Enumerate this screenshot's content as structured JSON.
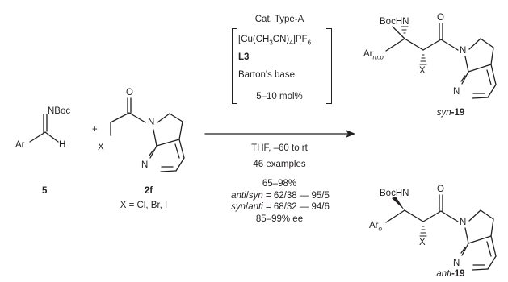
{
  "imine": {
    "protect": "NBoc",
    "aryl": "Ar",
    "hydrogen": "H",
    "label": "5"
  },
  "plus": "+",
  "amide": {
    "oxygen": "O",
    "nitrogen": "N",
    "pyridine_n": "N",
    "halide": "X",
    "label": "2f",
    "x_def": "X = Cl, Br, I"
  },
  "conditions": {
    "catalyst_type": "Cat. Type-A",
    "metal_prefix": "[Cu(CH",
    "metal_sub1": "3",
    "metal_mid": "CN)",
    "metal_sub2": "4",
    "metal_end": "]PF",
    "metal_sub3": "6",
    "ligand": "L3",
    "base": "Barton's base",
    "loading": "5–10 mol%",
    "solvent": "THF, –60 to rt",
    "examples": "46 examples",
    "yield": "65–98%",
    "dr1_label": "anti",
    "dr1_sep": "/",
    "dr1_label2": "syn",
    "dr1_values": " = 62/38 — 95/5",
    "dr2_label": "syn",
    "dr2_sep": "/",
    "dr2_label2": "anti",
    "dr2_values": " = 68/32 — 94/6",
    "ee": "85–99% ee"
  },
  "product_syn": {
    "nh": "BocHN",
    "oxygen": "O",
    "nitrogen": "N",
    "pyridine_n": "N",
    "halide": "X",
    "aryl": "Ar",
    "aryl_sub": "m,p",
    "prefix": "syn",
    "label": "-19"
  },
  "product_anti": {
    "nh": "BocHN",
    "oxygen": "O",
    "nitrogen": "N",
    "pyridine_n": "N",
    "halide": "X",
    "aryl": "Ar",
    "aryl_sub": "o",
    "prefix": "anti",
    "label": "-19"
  }
}
